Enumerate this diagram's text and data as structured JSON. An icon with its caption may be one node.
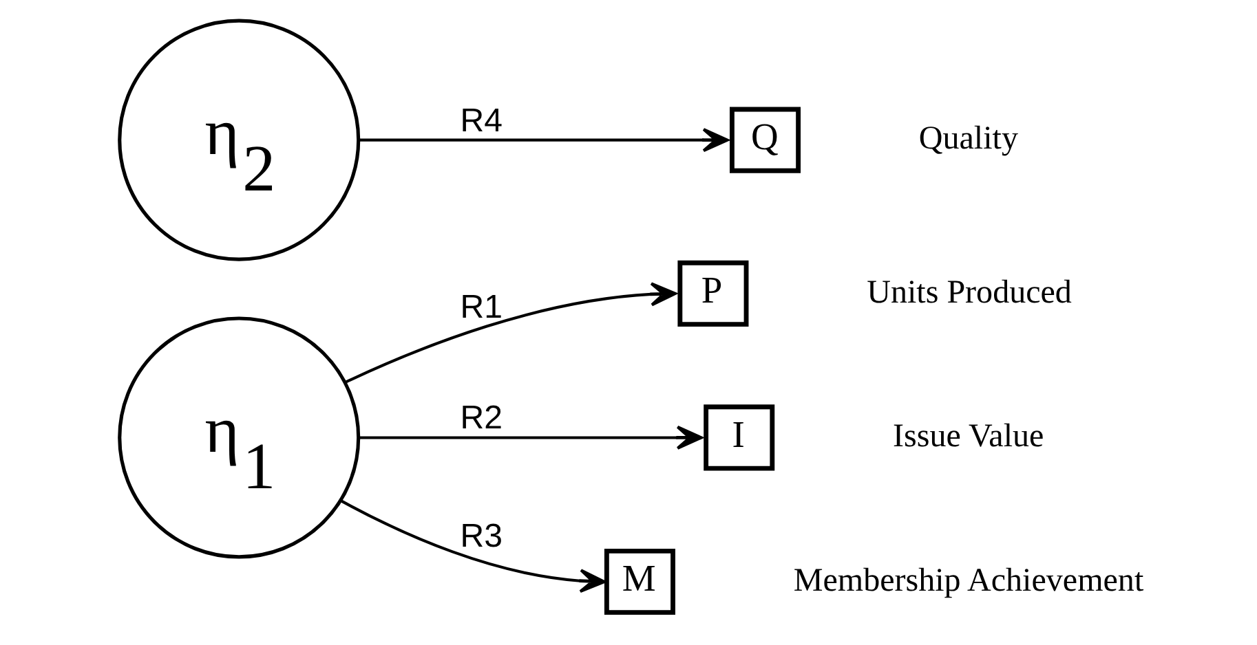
{
  "diagram": {
    "nodes": [
      {
        "text": [
          "η$_{1}$"
        ]
      },
      {
        "text": [
          "P"
        ],
        "beside": [
          "Units Produced"
        ]
      },
      {
        "text": [
          "I"
        ],
        "beside": [
          "Issue Value"
        ]
      },
      {
        "text": [
          "M"
        ],
        "beside": [
          "Membership Achievement"
        ]
      },
      {
        "text": [
          "η$_{2}$"
        ]
      },
      {
        "text": [
          "Q"
        ],
        "beside": [
          "Quality"
        ]
      }
    ],
    "edges": [
      {
        "from": 0,
        "to": 1,
        "label": "R1",
        "arrow": "to"
      },
      {
        "from": 0,
        "to": 2,
        "label": "R2",
        "arrow": "to"
      },
      {
        "from": 0,
        "to": 3,
        "label": "R3",
        "arrow": "to"
      },
      {
        "from": 4,
        "to": 5,
        "label": "R4",
        "arrow": "to"
      }
    ]
  }
}
